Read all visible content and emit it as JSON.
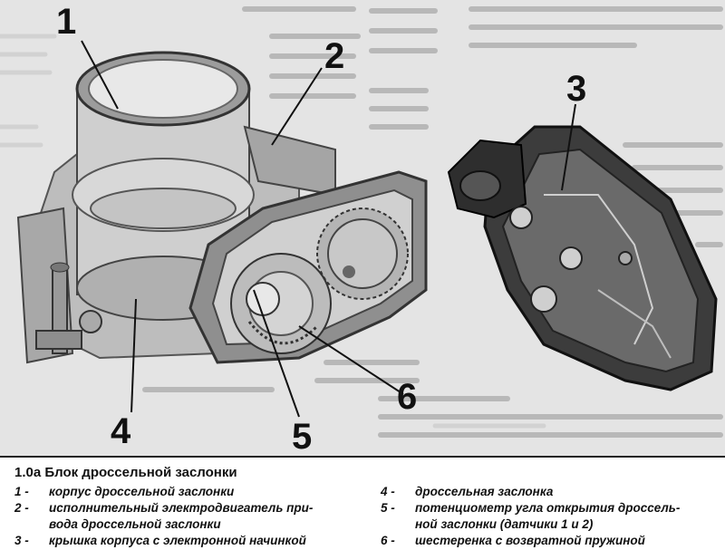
{
  "figure": {
    "callouts": [
      "1",
      "2",
      "3",
      "4",
      "5",
      "6"
    ],
    "part_names": {
      "throttle_body": "throttle-body",
      "actuator_gear_housing": "actuator-gear-housing",
      "cover": "electronics-cover"
    }
  },
  "caption": {
    "title": "1.0a Блок дроссельной заслонки",
    "items": [
      {
        "num": "1 -",
        "text": "корпус дроссельной заслонки"
      },
      {
        "num": "2 -",
        "text": "исполнительный электродвигатель при-"
      },
      {
        "num": "",
        "text": "вода дроссельной заслонки"
      },
      {
        "num": "3 -",
        "text": "крышка корпуса с электронной начинкой"
      },
      {
        "num": "4 -",
        "text": "дроссельная заслонка"
      },
      {
        "num": "5 -",
        "text": "потенциометр угла открытия дроссель-"
      },
      {
        "num": "",
        "text": "ной заслонки (датчики 1 и 2)"
      },
      {
        "num": "6 -",
        "text": "шестеренка с возвратной пружиной"
      }
    ]
  }
}
